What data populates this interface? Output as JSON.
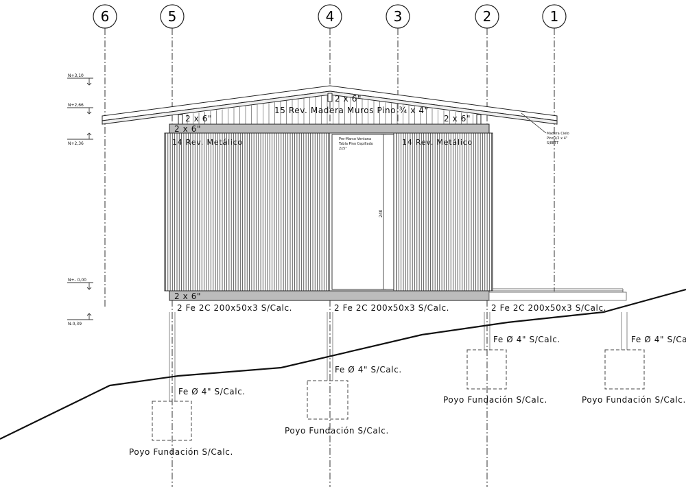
{
  "grid_axes": [
    "6",
    "5",
    "4",
    "3",
    "2",
    "1"
  ],
  "levels": [
    "N+3,10",
    "N+2,66",
    "N+2,36",
    "N+- 0,00",
    "N-0,39"
  ],
  "labels": {
    "beam_top_left": "2 x 6\"",
    "beam_top_center": "2 x 6\"",
    "beam_top_right": "2 x 6\"",
    "beam_ring": "2 x 6\"",
    "beam_base": "2 x 6\"",
    "gable_cladding": "15 Rev. Madera Muros Pino ¾ x 4\"",
    "wall_cladding_left": "14 Rev. Metálico",
    "wall_cladding_right": "14 Rev. Metálico",
    "window_frame": [
      "Pre-Marco Ventana",
      "Tabla Pino Cepillado",
      "2x5\""
    ],
    "window_height": "240",
    "ceiling_note": [
      "Madera Cielo",
      "Pino1/2 x 4\"",
      "S/EETT"
    ],
    "steel_beam": "2 Fe 2C 200x50x3 S/Calc.",
    "steel_post": "Fe Ø 4\" S/Calc.",
    "footing": "Poyo Fundación S/Calc."
  }
}
